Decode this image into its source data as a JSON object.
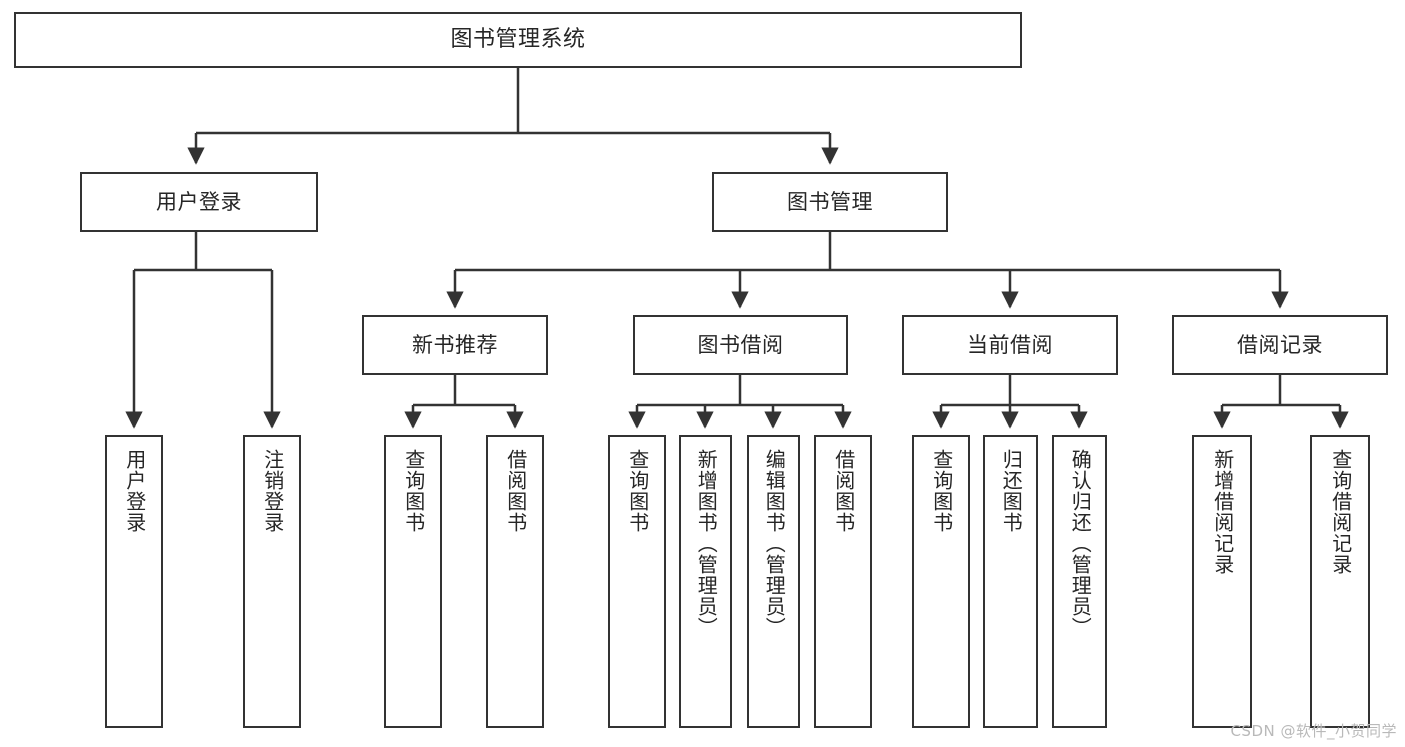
{
  "diagram": {
    "title": "图书管理系统",
    "type": "hierarchy-tree",
    "watermark": "CSDN @软件_小贺同学",
    "colors": {
      "border": "#333333",
      "fill": "#ffffff",
      "text": "#262626",
      "edge": "#333333",
      "watermark": "#b9b9b9"
    }
  },
  "nodes": {
    "root": {
      "label": "图书管理系统"
    },
    "level2": [
      {
        "label": "用户登录"
      },
      {
        "label": "图书管理"
      }
    ],
    "level3": [
      {
        "label": "新书推荐"
      },
      {
        "label": "图书借阅"
      },
      {
        "label": "当前借阅"
      },
      {
        "label": "借阅记录"
      }
    ],
    "leaves": {
      "user_login": [
        {
          "label": "用户登录"
        },
        {
          "label": "注销登录"
        }
      ],
      "new_book_recommend": [
        {
          "label": "查询图书"
        },
        {
          "label": "借阅图书"
        }
      ],
      "book_borrow": [
        {
          "label": "查询图书"
        },
        {
          "label": "新增图书（管理员）"
        },
        {
          "label": "编辑图书（管理员）"
        },
        {
          "label": "借阅图书"
        }
      ],
      "current_borrow": [
        {
          "label": "查询图书"
        },
        {
          "label": "归还图书"
        },
        {
          "label": "确认归还（管理员）"
        }
      ],
      "borrow_record": [
        {
          "label": "新增借阅记录"
        },
        {
          "label": "查询借阅记录"
        }
      ]
    }
  },
  "tree_structure": {
    "图书管理系统": {
      "用户登录": [
        "用户登录",
        "注销登录"
      ],
      "图书管理": {
        "新书推荐": [
          "查询图书",
          "借阅图书"
        ],
        "图书借阅": [
          "查询图书",
          "新增图书（管理员）",
          "编辑图书（管理员）",
          "借阅图书"
        ],
        "当前借阅": [
          "查询图书",
          "归还图书",
          "确认归还（管理员）"
        ],
        "借阅记录": [
          "新增借阅记录",
          "查询借阅记录"
        ]
      }
    }
  }
}
